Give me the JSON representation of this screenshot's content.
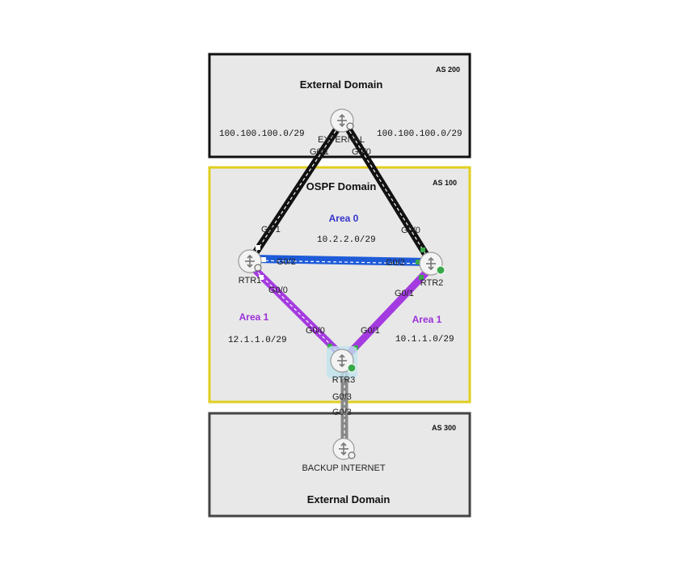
{
  "domains": {
    "external_top": {
      "title": "External Domain",
      "as": "AS 200",
      "fill": "#e8e8e8",
      "border": "#111111"
    },
    "ospf": {
      "title": "OSPF Domain",
      "as": "AS 100",
      "fill": "#e8e8e8",
      "border": "#e0cf20"
    },
    "external_bottom": {
      "title": "External Domain",
      "as": "AS 300",
      "fill": "#e8e8e8",
      "border": "#444444"
    }
  },
  "areas": {
    "area0": {
      "label": "Area 0",
      "color": "#3333cc"
    },
    "area1_left": {
      "label": "Area 1",
      "color": "#9b30d9"
    },
    "area1_right": {
      "label": "Area 1",
      "color": "#9b30d9"
    }
  },
  "subnets": {
    "ext_left": "100.100.100.0/29",
    "ext_right": "100.100.100.0/29",
    "area0": "10.2.2.0/29",
    "area1_left": "12.1.1.0/29",
    "area1_right": "10.1.1.0/29"
  },
  "routers": {
    "external": "EXTERNAL",
    "rtr1": "RTR1",
    "rtr2": "RTR2",
    "rtr3": "RTR3",
    "backup": "BACKUP INTERNET"
  },
  "interfaces": {
    "ext_left": "G0/1",
    "ext_right": "G0/0",
    "rtr1_up": "G0/1",
    "rtr2_up": "G0/0",
    "rtr1_right": "G0/2",
    "rtr2_left": "G0/2",
    "rtr1_down": "G0/0",
    "rtr3_left": "G0/0",
    "rtr2_down": "G0/1",
    "rtr3_right": "G0/1",
    "rtr3_down": "G0/3",
    "backup_up": "G0/3"
  },
  "colors": {
    "wan_link": "#111111",
    "area0_link": "#1e5bd8",
    "area1_link": "#a43be0",
    "backup_link": "#888888",
    "port_up": "#3aa84a"
  }
}
